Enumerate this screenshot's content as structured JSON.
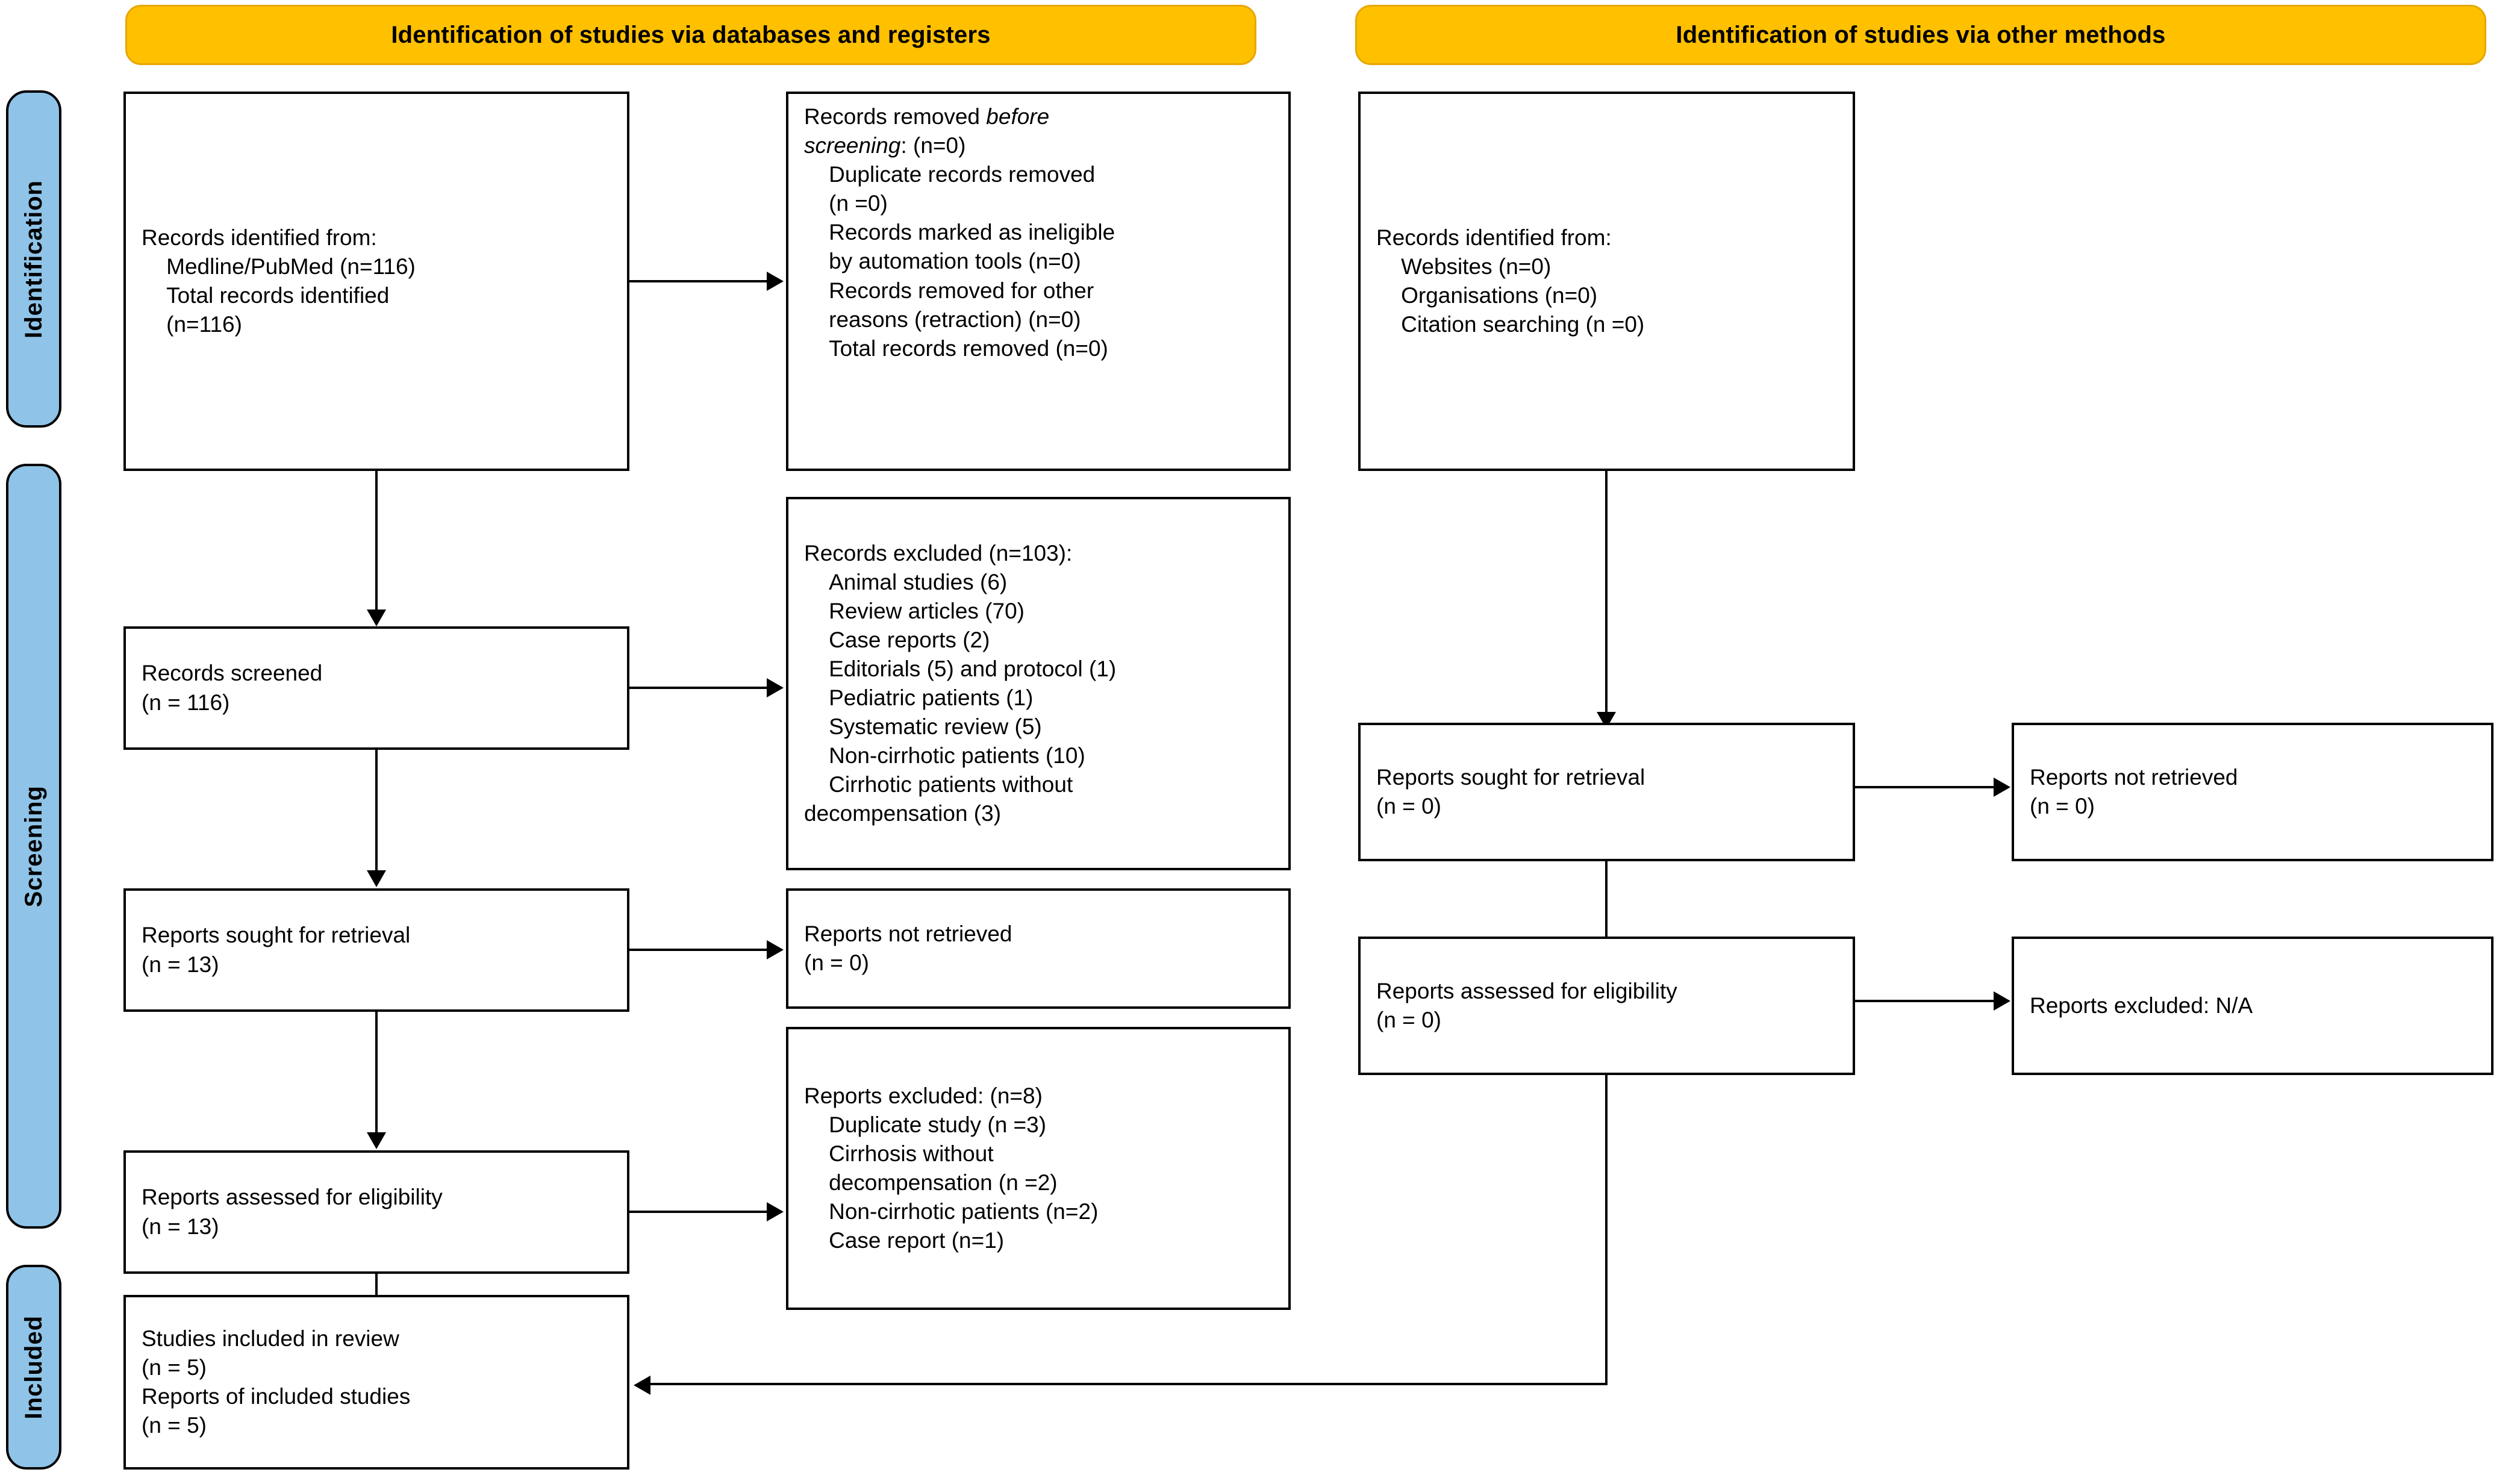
{
  "diagram": {
    "type": "PRISMA 2020 flow diagram",
    "accent_orange": "#FFC000",
    "accent_blue": "#8FC4E8",
    "headers": {
      "left": "Identification of studies via databases and registers",
      "right": "Identification of studies via other methods"
    },
    "stages": {
      "identification": "Identification",
      "screening": "Screening",
      "included": "Included"
    }
  },
  "left_column": {
    "records_identified": "Records identified from:\n    Medline/PubMed (n=116)\n    Total records identified\n    (n=116)",
    "records_screened": "Records screened\n(n = 116)",
    "reports_sought": "Reports sought for retrieval\n(n = 13)",
    "reports_assessed": "Reports assessed for eligibility\n(n = 13)",
    "studies_included": "Studies included in review\n(n = 5)\nReports of included studies\n(n = 5)"
  },
  "left_side_boxes": {
    "records_removed_head_1": "Records removed ",
    "records_removed_italic_1": "before",
    "records_removed_italic_2": "screening",
    "records_removed_head_2": ": (n=0)",
    "records_removed_rest": "\n    Duplicate records removed\n    (n =0)\n    Records marked as ineligible\n    by automation tools (n=0)\n    Records removed for other\n    reasons (retraction) (n=0)\n    Total records removed (n=0)",
    "records_excluded": "Records excluded (n=103):\n    Animal studies (6)\n    Review articles (70)\n    Case reports (2)\n    Editorials (5) and protocol (1)\n    Pediatric patients (1)\n    Systematic review (5)\n    Non-cirrhotic patients (10)\n    Cirrhotic patients without\ndecompensation (3)",
    "reports_not_retrieved": "Reports not retrieved\n(n = 0)",
    "reports_excluded": "Reports excluded: (n=8)\n    Duplicate study (n =3)\n    Cirrhosis without\n    decompensation (n =2)\n    Non-cirrhotic patients (n=2)\n    Case report (n=1)"
  },
  "right_column": {
    "records_identified": "Records identified from:\n    Websites (n=0)\n    Organisations (n=0)\n    Citation searching (n =0)",
    "reports_sought": "Reports sought for retrieval\n(n = 0)",
    "reports_assessed": "Reports assessed for eligibility\n(n = 0)"
  },
  "right_side_boxes": {
    "reports_not_retrieved": "Reports not retrieved\n(n = 0)",
    "reports_excluded": "Reports excluded: N/A"
  },
  "chart_data": {
    "type": "table",
    "title": "PRISMA 2020 flow diagram",
    "nodes": [
      {
        "id": "db-identified",
        "stage": "Identification",
        "branch": "databases",
        "label": "Records identified from: Medline/PubMed",
        "n": 116
      },
      {
        "id": "db-total-identified",
        "stage": "Identification",
        "branch": "databases",
        "label": "Total records identified",
        "n": 116
      },
      {
        "id": "db-removed-before",
        "stage": "Identification",
        "branch": "databases",
        "label": "Records removed before screening",
        "n": 0,
        "breakdown": [
          {
            "label": "Duplicate records removed",
            "n": 0
          },
          {
            "label": "Records marked as ineligible by automation tools",
            "n": 0
          },
          {
            "label": "Records removed for other reasons (retraction)",
            "n": 0
          },
          {
            "label": "Total records removed",
            "n": 0
          }
        ]
      },
      {
        "id": "db-screened",
        "stage": "Screening",
        "branch": "databases",
        "label": "Records screened",
        "n": 116
      },
      {
        "id": "db-records-excluded",
        "stage": "Screening",
        "branch": "databases",
        "label": "Records excluded",
        "n": 103,
        "breakdown": [
          {
            "label": "Animal studies",
            "n": 6
          },
          {
            "label": "Review articles",
            "n": 70
          },
          {
            "label": "Case reports",
            "n": 2
          },
          {
            "label": "Editorials",
            "n": 5
          },
          {
            "label": "protocol",
            "n": 1
          },
          {
            "label": "Pediatric patients",
            "n": 1
          },
          {
            "label": "Systematic review",
            "n": 5
          },
          {
            "label": "Non-cirrhotic patients",
            "n": 10
          },
          {
            "label": "Cirrhotic patients without decompensation",
            "n": 3
          }
        ]
      },
      {
        "id": "db-sought",
        "stage": "Screening",
        "branch": "databases",
        "label": "Reports sought for retrieval",
        "n": 13
      },
      {
        "id": "db-not-retrieved",
        "stage": "Screening",
        "branch": "databases",
        "label": "Reports not retrieved",
        "n": 0
      },
      {
        "id": "db-assessed",
        "stage": "Screening",
        "branch": "databases",
        "label": "Reports assessed for eligibility",
        "n": 13
      },
      {
        "id": "db-reports-excluded",
        "stage": "Screening",
        "branch": "databases",
        "label": "Reports excluded",
        "n": 8,
        "breakdown": [
          {
            "label": "Duplicate study",
            "n": 3
          },
          {
            "label": "Cirrhosis without decompensation",
            "n": 2
          },
          {
            "label": "Non-cirrhotic patients",
            "n": 2
          },
          {
            "label": "Case report",
            "n": 1
          }
        ]
      },
      {
        "id": "other-identified",
        "stage": "Identification",
        "branch": "other-methods",
        "label": "Records identified from",
        "n": 0,
        "breakdown": [
          {
            "label": "Websites",
            "n": 0
          },
          {
            "label": "Organisations",
            "n": 0
          },
          {
            "label": "Citation searching",
            "n": 0
          }
        ]
      },
      {
        "id": "other-sought",
        "stage": "Screening",
        "branch": "other-methods",
        "label": "Reports sought for retrieval",
        "n": 0
      },
      {
        "id": "other-not-retrieved",
        "stage": "Screening",
        "branch": "other-methods",
        "label": "Reports not retrieved",
        "n": 0
      },
      {
        "id": "other-assessed",
        "stage": "Screening",
        "branch": "other-methods",
        "label": "Reports assessed for eligibility",
        "n": 0
      },
      {
        "id": "other-excluded",
        "stage": "Screening",
        "branch": "other-methods",
        "label": "Reports excluded",
        "n": "N/A"
      },
      {
        "id": "studies-included",
        "stage": "Included",
        "branch": "both",
        "label": "Studies included in review",
        "n": 5
      },
      {
        "id": "reports-included",
        "stage": "Included",
        "branch": "both",
        "label": "Reports of included studies",
        "n": 5
      }
    ],
    "edges": [
      {
        "from": "db-identified",
        "to": "db-removed-before",
        "direction": "right"
      },
      {
        "from": "db-identified",
        "to": "db-screened",
        "direction": "down"
      },
      {
        "from": "db-screened",
        "to": "db-records-excluded",
        "direction": "right"
      },
      {
        "from": "db-screened",
        "to": "db-sought",
        "direction": "down"
      },
      {
        "from": "db-sought",
        "to": "db-not-retrieved",
        "direction": "right"
      },
      {
        "from": "db-sought",
        "to": "db-assessed",
        "direction": "down"
      },
      {
        "from": "db-assessed",
        "to": "db-reports-excluded",
        "direction": "right"
      },
      {
        "from": "db-assessed",
        "to": "studies-included",
        "direction": "down"
      },
      {
        "from": "other-identified",
        "to": "other-sought",
        "direction": "down"
      },
      {
        "from": "other-sought",
        "to": "other-not-retrieved",
        "direction": "right"
      },
      {
        "from": "other-sought",
        "to": "other-assessed",
        "direction": "down"
      },
      {
        "from": "other-assessed",
        "to": "other-excluded",
        "direction": "right"
      },
      {
        "from": "other-assessed",
        "to": "studies-included",
        "direction": "down-left"
      }
    ]
  }
}
